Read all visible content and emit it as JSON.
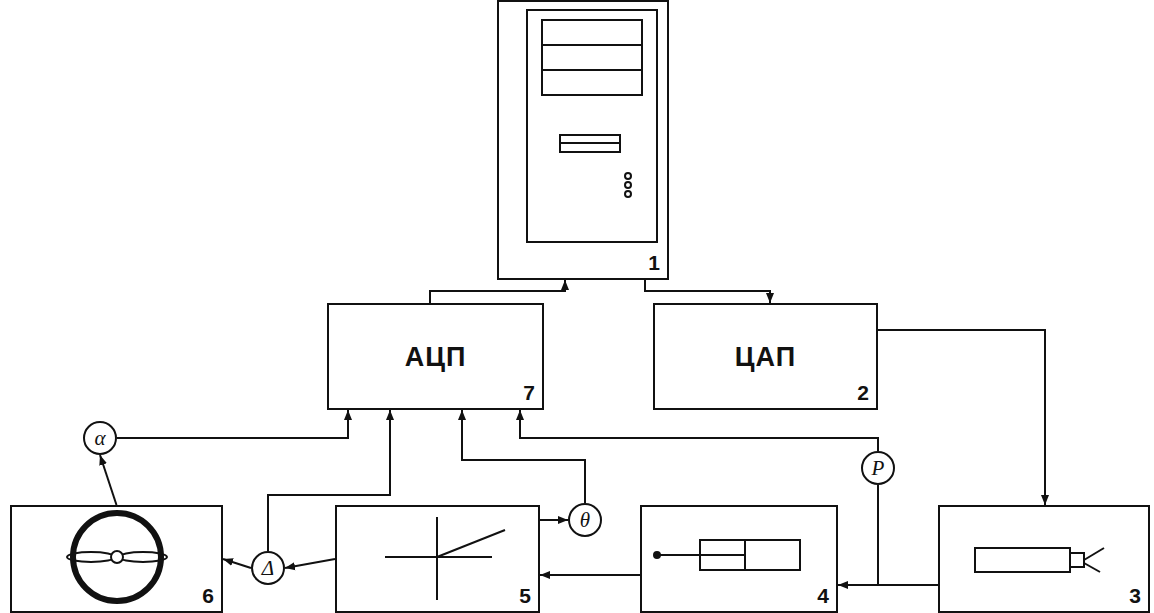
{
  "diagram": {
    "nodes": [
      {
        "text": [
          "1"
        ]
      },
      {
        "text": [
          "АЦП",
          "7"
        ]
      },
      {
        "text": [
          "ЦАП",
          "2"
        ]
      },
      {
        "text": [
          "α"
        ]
      },
      {
        "text": [
          "θ"
        ]
      },
      {
        "text": [
          "P"
        ]
      },
      {
        "text": [
          "6"
        ]
      },
      {
        "text": [
          "Δ"
        ]
      },
      {
        "text": [
          "5"
        ]
      },
      {
        "text": [
          "4"
        ]
      },
      {
        "text": [
          "3"
        ]
      }
    ],
    "edges": [
      {
        "from": 1,
        "to": 0,
        "arrow": "to"
      },
      {
        "from": 0,
        "to": 2,
        "arrow": "to"
      },
      {
        "from": 2,
        "to": 10,
        "arrow": "to"
      },
      {
        "from": 10,
        "to": 9,
        "arrow": "to"
      },
      {
        "from": 5,
        "to": 1,
        "arrow": "to"
      },
      {
        "from": 9,
        "to": 8,
        "arrow": "to"
      },
      {
        "from": 8,
        "to": 4,
        "arrow": "to"
      },
      {
        "from": 4,
        "to": 1,
        "arrow": "to"
      },
      {
        "from": 8,
        "to": 7,
        "arrow": "to"
      },
      {
        "from": 7,
        "to": 6,
        "arrow": "to"
      },
      {
        "from": 7,
        "to": 1,
        "arrow": "to"
      },
      {
        "from": 3,
        "to": 1,
        "arrow": "to"
      },
      {
        "from": 6,
        "to": 3,
        "arrow": "to"
      }
    ]
  }
}
